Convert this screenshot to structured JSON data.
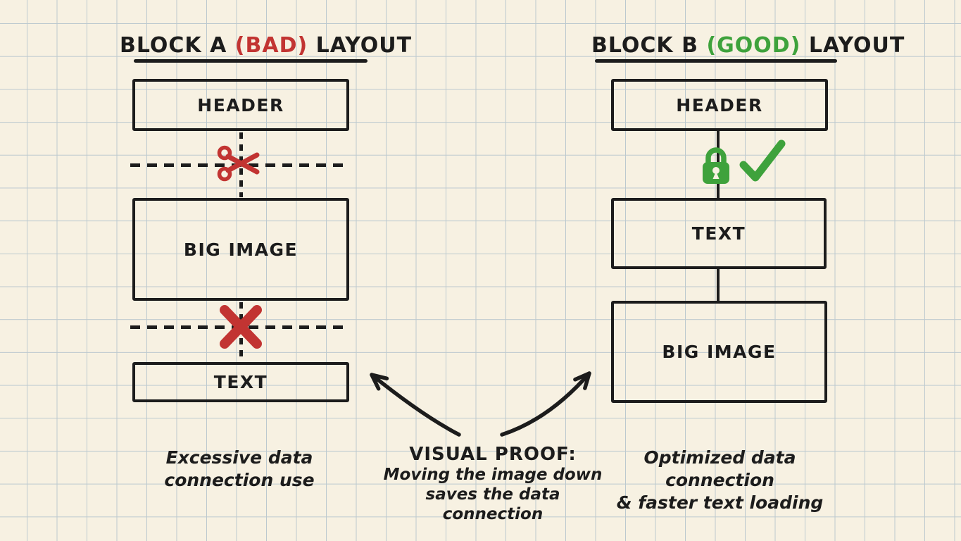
{
  "colors": {
    "paper": "#f7f1e2",
    "grid_line": "#bcc9cf",
    "ink": "#1c1c1c",
    "bad_red": "#c23432",
    "good_green": "#3ea23c"
  },
  "left_panel": {
    "title_prefix": "BLOCK A",
    "title_tag": "(BAD)",
    "title_suffix": "LAYOUT",
    "header_box": "HEADER",
    "big_image_box": "BIG IMAGE",
    "text_box": "TEXT",
    "caption_line1": "Excessive data",
    "caption_line2": "connection use"
  },
  "right_panel": {
    "title_prefix": "BLOCK B",
    "title_tag": "(GOOD)",
    "title_suffix": "LAYOUT",
    "header_box": "HEADER",
    "text_box": "TEXT",
    "big_image_box": "BIG IMAGE",
    "caption_line1": "Optimized data connection",
    "caption_line2": "& faster text loading"
  },
  "center_note": {
    "heading": "VISUAL PROOF:",
    "line1": "Moving the image down",
    "line2": "saves the data connection"
  },
  "icons": {
    "scissors": "✂",
    "x_mark": "✖",
    "lock": "🔒",
    "check": "✓"
  }
}
